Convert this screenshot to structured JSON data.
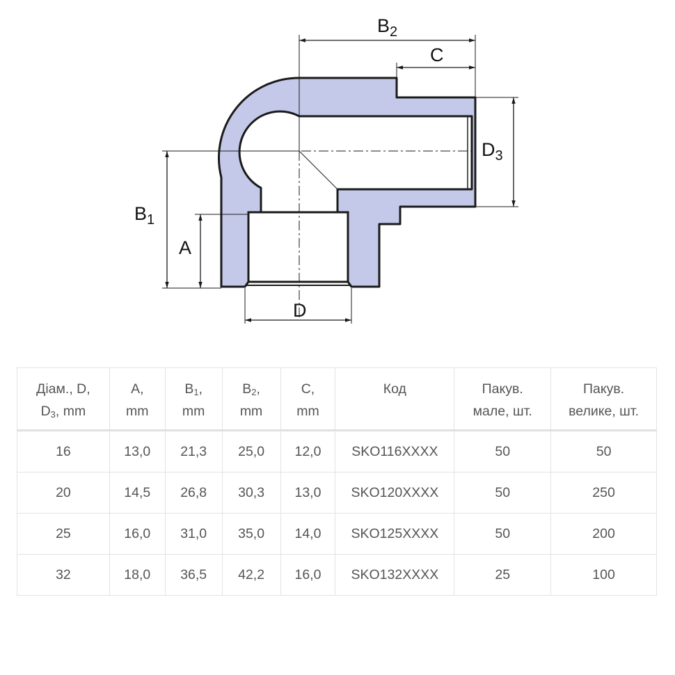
{
  "drawing": {
    "labels": {
      "b2": {
        "main": "B",
        "sub": "2"
      },
      "c": "C",
      "d3": {
        "main": "D",
        "sub": "3"
      },
      "b1": {
        "main": "B",
        "sub": "1"
      },
      "a": "A",
      "d": "D"
    },
    "colors": {
      "fitting_fill": "#c4c9e9",
      "outline": "#1a1a1a",
      "text": "#111111"
    }
  },
  "table": {
    "header": {
      "diam_line1": "Діам., D,",
      "diam_line2_main": "D",
      "diam_line2_sub": "3",
      "diam_line2_unit": ", mm",
      "a_line1": "A,",
      "a_line2": "mm",
      "b1_main": "B",
      "b1_sub": "1",
      "b1_comma": ",",
      "b1_line2": "mm",
      "b2_main": "B",
      "b2_sub": "2",
      "b2_comma": ",",
      "b2_line2": "mm",
      "c_line1": "C,",
      "c_line2": "mm",
      "code": "Код",
      "pack_small_line1": "Пакув.",
      "pack_small_line2": "мале, шт.",
      "pack_large_line1": "Пакув.",
      "pack_large_line2": "велике, шт."
    },
    "rows": [
      [
        "16",
        "13,0",
        "21,3",
        "25,0",
        "12,0",
        "SKO116XXXX",
        "50",
        "50"
      ],
      [
        "20",
        "14,5",
        "26,8",
        "30,3",
        "13,0",
        "SKO120XXXX",
        "50",
        "250"
      ],
      [
        "25",
        "16,0",
        "31,0",
        "35,0",
        "14,0",
        "SKO125XXXX",
        "50",
        "200"
      ],
      [
        "32",
        "18,0",
        "36,5",
        "42,2",
        "16,0",
        "SKO132XXXX",
        "25",
        "100"
      ]
    ]
  }
}
